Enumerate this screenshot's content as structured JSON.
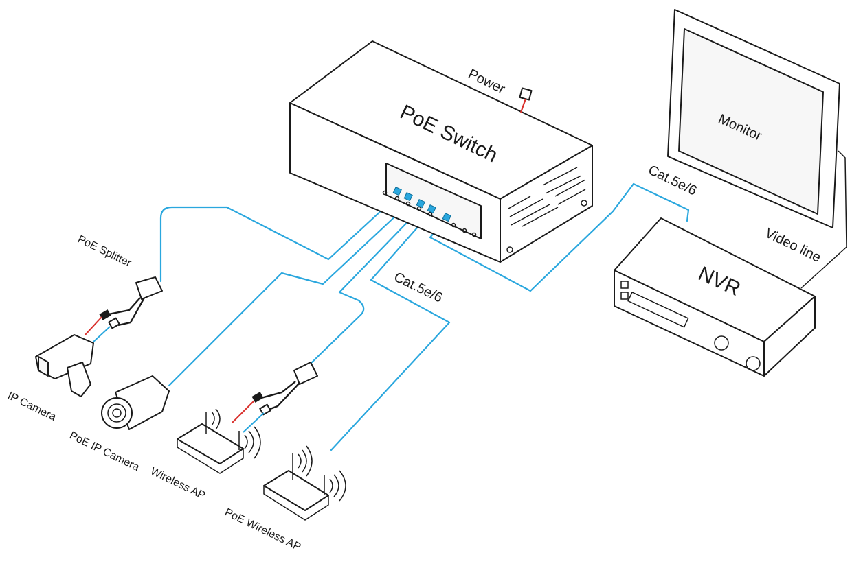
{
  "colors": {
    "cable": "#2aa7de",
    "power_cable": "#d9302c",
    "outline": "#1a1a1a"
  },
  "labels": {
    "poe_switch": "PoE  Switch",
    "power": "Power",
    "monitor": "Monitor",
    "cat_top": "Cat.5e/6",
    "cat_bottom": "Cat.5e/6",
    "video_line": "Video line",
    "nvr": "NVR",
    "poe_splitter": "PoE Splitter",
    "ip_camera": "IP Camera",
    "poe_ip_camera": "PoE IP Camera",
    "wireless_ap": "Wireless AP",
    "poe_wireless_ap": "PoE Wireless AP"
  }
}
